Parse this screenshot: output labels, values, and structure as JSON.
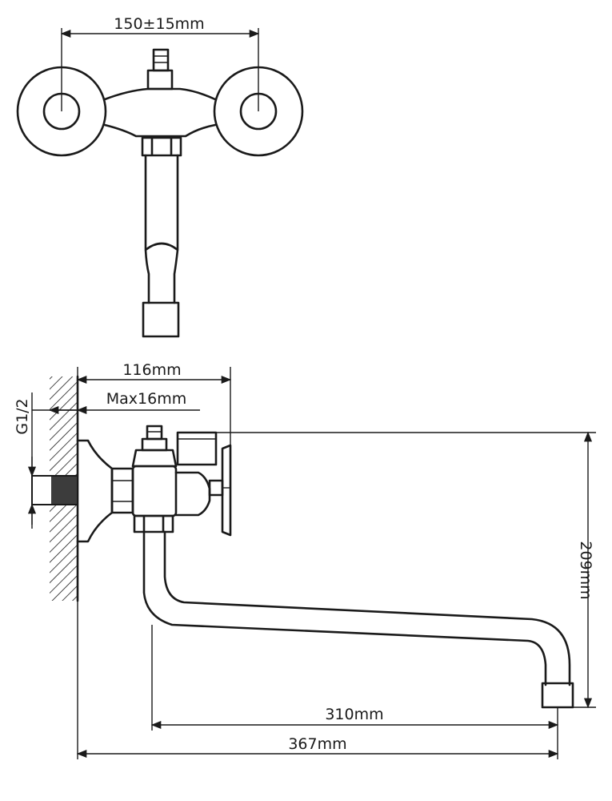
{
  "dimensions": {
    "top_width": "150±15mm",
    "body_length": "116mm",
    "max_depth": "Max16mm",
    "thread": "G1/2",
    "height": "209mm",
    "spout_reach": "310mm",
    "total_length": "367mm"
  },
  "colors": {
    "line": "#1a1a1a",
    "background": "#ffffff"
  }
}
